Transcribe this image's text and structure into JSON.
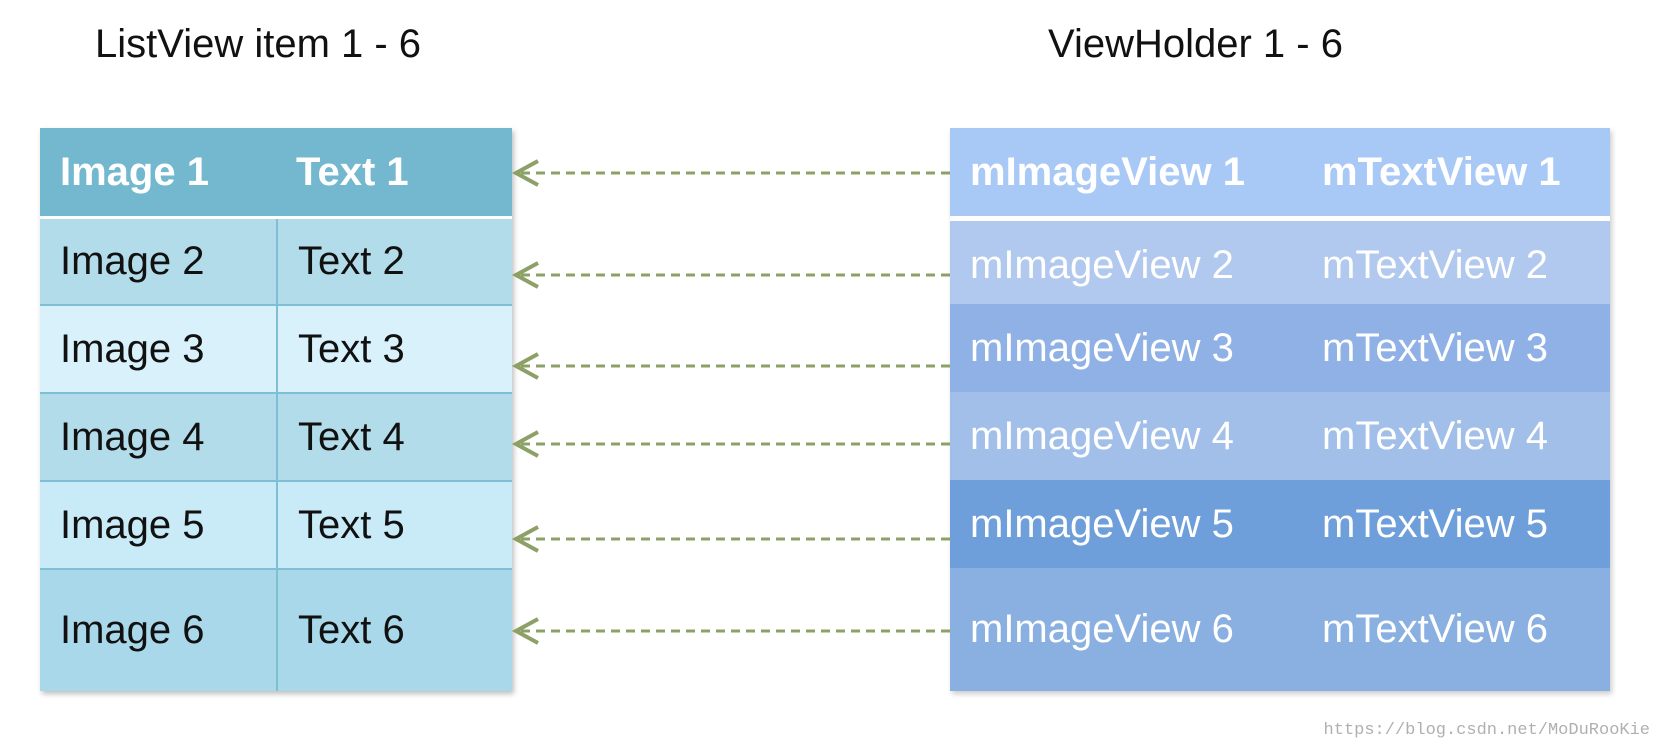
{
  "left_title": "ListView item 1 - 6",
  "right_title": "ViewHolder 1 - 6",
  "listview_rows": [
    {
      "image": "Image 1",
      "text": "Text 1"
    },
    {
      "image": "Image 2",
      "text": "Text 2"
    },
    {
      "image": "Image 3",
      "text": "Text 3"
    },
    {
      "image": "Image 4",
      "text": "Text 4"
    },
    {
      "image": "Image 5",
      "text": "Text 5"
    },
    {
      "image": "Image 6",
      "text": "Text 6"
    }
  ],
  "viewholder_rows": [
    {
      "image_view": "mImageView 1",
      "text_view": "mTextView 1"
    },
    {
      "image_view": "mImageView 2",
      "text_view": "mTextView 2"
    },
    {
      "image_view": "mImageView 3",
      "text_view": "mTextView 3"
    },
    {
      "image_view": "mImageView 4",
      "text_view": "mTextView 4"
    },
    {
      "image_view": "mImageView 5",
      "text_view": "mTextView 5"
    },
    {
      "image_view": "mImageView 6",
      "text_view": "mTextView 6"
    }
  ],
  "colors": {
    "listview_header": "#73b8cf",
    "listview_rows": [
      "#b3dcea",
      "#d8f1fa",
      "#b3dcea",
      "#c8ebf7",
      "#a8d8ea"
    ],
    "viewholder_header": "#a8c8f6",
    "viewholder_rows": [
      "#b1c9ef",
      "#8fb1e6",
      "#a2bfea",
      "#6e9fda",
      "#8aafe1"
    ],
    "arrow": "#8da066"
  },
  "watermark": "https://blog.csdn.net/MoDuRooKie"
}
